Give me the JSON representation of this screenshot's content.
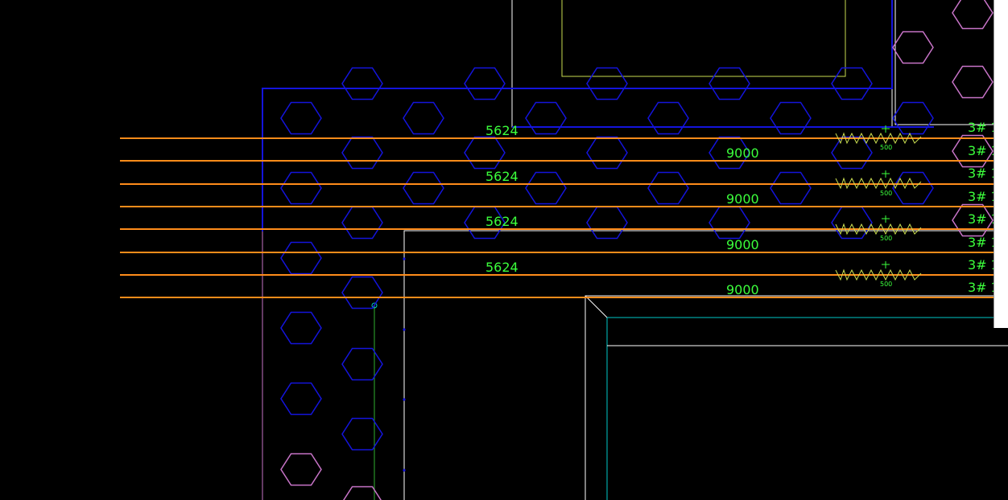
{
  "drawing": {
    "colors": {
      "background": "#000000",
      "pipe_lines": "#ff8c1a",
      "hatch_blue": "#1414dc",
      "hatch_magenta": "#c874c8",
      "outline_white": "#ffffff",
      "text_green": "#3cff3c",
      "guide_green": "#30b030",
      "cyan": "#00c8c8",
      "yellow_green": "#c8dc50"
    },
    "length_labels_5624": [
      "5624",
      "5624",
      "5624",
      "5624"
    ],
    "length_labels_9000": [
      "9000",
      "9000",
      "9000",
      "9000"
    ],
    "spacing_labels": [
      "500",
      "500",
      "500",
      "500"
    ],
    "tag_labels": [
      "3# 1",
      "3# 1",
      "3# 1",
      "3# 1",
      "3# 1",
      "3# 1",
      "3# 1",
      "3# 1"
    ]
  },
  "side_panel": {
    "chars": [
      "",
      "",
      "",
      "",
      "",
      "",
      "",
      ""
    ]
  }
}
